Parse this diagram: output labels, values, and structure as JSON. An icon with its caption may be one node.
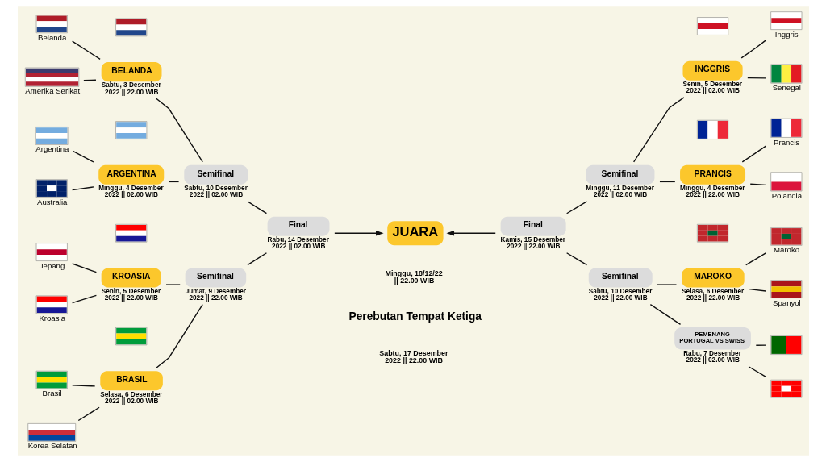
{
  "diagram": {
    "nodes": [
      {
        "text": [
          "JUARA"
        ]
      },
      {
        "text": [],
        "shape": "picture",
        "beside": [
          "Belanda"
        ]
      },
      {
        "text": [],
        "shape": "picture",
        "beside": [
          "Amerika Serikat"
        ]
      },
      {
        "text": [],
        "shape": "picture",
        "beside": [
          "Argentina"
        ]
      },
      {
        "text": [],
        "shape": "picture",
        "beside": [
          "Australia"
        ]
      },
      {
        "text": [],
        "shape": "picture",
        "beside": [
          "Jepang"
        ]
      },
      {
        "text": [],
        "shape": "picture",
        "beside": [
          "Kroasia"
        ]
      },
      {
        "text": [],
        "shape": "picture",
        "beside": [
          "Brasil"
        ]
      },
      {
        "text": [],
        "shape": "picture",
        "beside": [
          "Korea Selatan"
        ]
      },
      {
        "text": [],
        "shape": "picture"
      },
      {
        "text": [
          "BELANDA"
        ],
        "beside": [
          "Sabtu, 3 Desember 2022 || 22.00 WIB"
        ]
      },
      {
        "text": [],
        "shape": "picture"
      },
      {
        "text": [
          "ARGENTINA"
        ],
        "beside": [
          "Minggu, 4 Desember 2022 || 02.00 WIB"
        ]
      },
      {
        "text": [],
        "shape": "picture"
      },
      {
        "text": [
          "KROASIA"
        ],
        "beside": [
          "Senin, 5 Desember 2022 || 22.00 WIB"
        ]
      },
      {
        "text": [],
        "shape": "picture"
      },
      {
        "text": [
          "BRASIL"
        ],
        "beside": [
          "Selasa, 6 Desember 2022 || 02.00 WIB"
        ]
      },
      {
        "text": [
          "Semifinal"
        ],
        "beside": [
          "Sabtu, 10 Desember 2022 || 02.00 WIB"
        ]
      },
      {
        "text": [
          "Semifinal"
        ],
        "beside": [
          "Jumat, 9 Desember 2022 || 22.00 WIB"
        ]
      },
      {
        "text": [
          "Final"
        ],
        "beside": [
          "Rabu, 14 Desember 2022 || 02.00 WIB"
        ]
      },
      {
        "text": [
          "Final"
        ],
        "beside": [
          "Kamis, 15 Desember 2022 || 22.00 WIB"
        ]
      },
      {
        "text": [],
        "shape": "picture",
        "beside": [
          "Inggris"
        ]
      },
      {
        "text": [],
        "shape": "picture",
        "beside": [
          "Senegal"
        ]
      },
      {
        "text": [],
        "shape": "picture",
        "beside": [
          "Prancis"
        ]
      },
      {
        "text": [],
        "shape": "picture",
        "beside": [
          "Polandia"
        ]
      },
      {
        "text": [],
        "shape": "picture",
        "beside": [
          "Maroko"
        ]
      },
      {
        "text": [],
        "shape": "picture",
        "beside": [
          "Spanyol"
        ]
      },
      {
        "text": [],
        "shape": "picture"
      },
      {
        "text": [],
        "shape": "picture"
      },
      {
        "text": [],
        "shape": "picture"
      },
      {
        "text": [
          "INGGRIS"
        ],
        "beside": [
          "Senin, 5 Desember 2022 || 02.00 WIB"
        ]
      },
      {
        "text": [],
        "shape": "picture"
      },
      {
        "text": [
          "PRANCIS"
        ],
        "beside": [
          "Minggu, 4 Desember 2022 || 22.00 WIB"
        ]
      },
      {
        "text": [],
        "shape": "picture"
      },
      {
        "text": [
          "MAROKO"
        ],
        "beside": [
          "Selasa, 6 Desember 2022 || 22.00 WIB"
        ]
      },
      {
        "text": [
          "PEMENANG PORTUGAL VS SWISS"
        ],
        "beside": [
          "Rabu, 7 Desember 2022 || 02.00 WIB"
        ]
      },
      {
        "text": [
          "Semifinal"
        ],
        "beside": [
          "Minggu, 11 Desember 2022 || 02.00 WIB"
        ]
      },
      {
        "text": [
          "Semifinal"
        ],
        "beside": [
          "Sabtu, 10 Desember 2022 || 22.00 WIB"
        ]
      }
    ],
    "edges": [
      {
        "from": 1,
        "to": 10,
        "arrow": "none"
      },
      {
        "from": 2,
        "to": 10,
        "arrow": "none"
      },
      {
        "from": 3,
        "to": 12,
        "arrow": "none"
      },
      {
        "from": 4,
        "to": 12,
        "arrow": "none"
      },
      {
        "from": 5,
        "to": 14,
        "arrow": "none"
      },
      {
        "from": 6,
        "to": 14,
        "arrow": "none"
      },
      {
        "from": 7,
        "to": 16,
        "arrow": "none"
      },
      {
        "from": 8,
        "to": 16,
        "arrow": "none"
      },
      {
        "from": 10,
        "to": 17,
        "arrow": "none"
      },
      {
        "from": 12,
        "to": 17,
        "arrow": "none"
      },
      {
        "from": 14,
        "to": 18,
        "arrow": "none"
      },
      {
        "from": 16,
        "to": 18,
        "arrow": "none"
      },
      {
        "from": 17,
        "to": 19,
        "arrow": "none"
      },
      {
        "from": 18,
        "to": 19,
        "arrow": "none"
      },
      {
        "from": 19,
        "to": 0,
        "arrow": "to"
      },
      {
        "from": 20,
        "to": 0,
        "arrow": "to"
      },
      {
        "from": 36,
        "to": 20,
        "arrow": "none"
      },
      {
        "from": 37,
        "to": 20,
        "arrow": "none"
      },
      {
        "from": 30,
        "to": 36,
        "arrow": "none"
      },
      {
        "from": 32,
        "to": 36,
        "arrow": "none"
      },
      {
        "from": 34,
        "to": 37,
        "arrow": "none"
      },
      {
        "from": 35,
        "to": 37,
        "arrow": "none"
      },
      {
        "from": 21,
        "to": 30,
        "arrow": "none"
      },
      {
        "from": 22,
        "to": 30,
        "arrow": "none"
      },
      {
        "from": 23,
        "to": 32,
        "arrow": "none"
      },
      {
        "from": 24,
        "to": 32,
        "arrow": "none"
      },
      {
        "from": 25,
        "to": 34,
        "arrow": "none"
      },
      {
        "from": 26,
        "to": 34,
        "arrow": "none"
      },
      {
        "from": 27,
        "to": 35,
        "arrow": "none"
      },
      {
        "from": 28,
        "to": 35,
        "arrow": "none"
      }
    ],
    "labels": [
      "Minggu, 18/12/22 || 22.00 WIB",
      "Perebutan Tempat Ketiga",
      "Sabtu, 17 Desember 2022 || 22.00 WIB"
    ]
  }
}
